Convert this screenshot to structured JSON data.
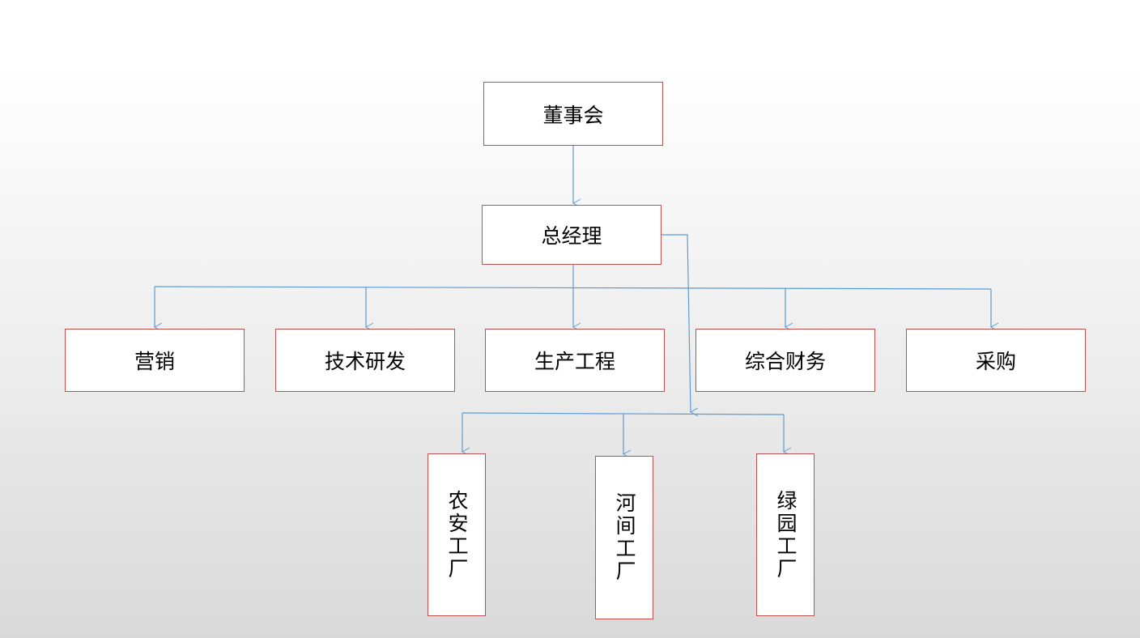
{
  "org_chart": {
    "board": "董事会",
    "general_manager": "总经理",
    "departments": [
      "营销",
      "技术研发",
      "生产工程",
      "综合财务",
      "采购"
    ],
    "factories": [
      "农安工厂",
      "河间工厂",
      "绿园工厂"
    ]
  },
  "colors": {
    "box_border": "#c0504d",
    "connector": "#5b9bd5",
    "box_fill": "#ffffff"
  }
}
